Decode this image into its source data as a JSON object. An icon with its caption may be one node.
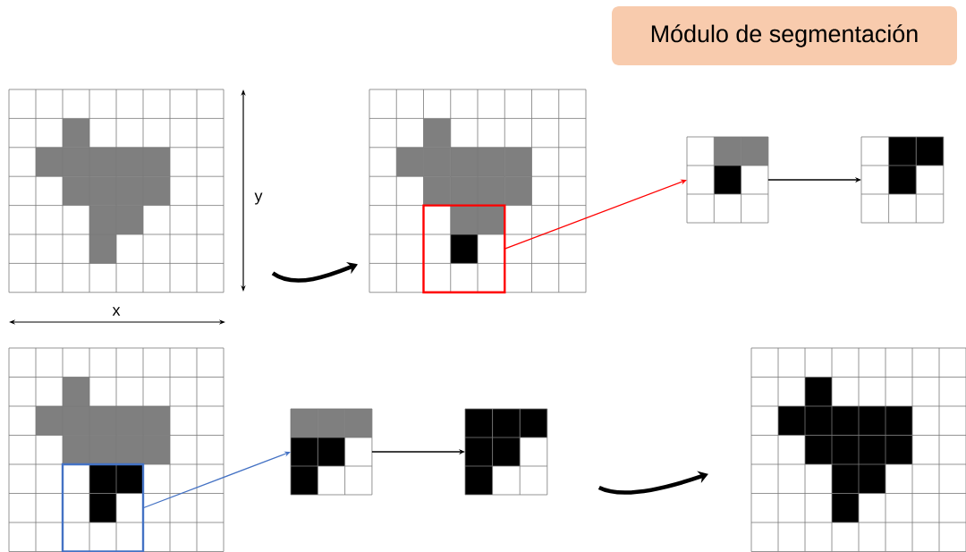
{
  "diagram": {
    "title": "Módulo de segmentación",
    "nodes": [
      {
        "text": [],
        "shape": "grid"
      },
      {
        "text": [],
        "shape": "grid"
      },
      {
        "text": [],
        "shape": "box",
        "in": 1
      },
      {
        "text": [],
        "shape": "grid"
      },
      {
        "text": [],
        "shape": "grid"
      },
      {
        "text": [],
        "shape": "grid"
      },
      {
        "text": [],
        "shape": "box",
        "in": 5
      },
      {
        "text": [],
        "shape": "grid"
      },
      {
        "text": [],
        "shape": "grid"
      },
      {
        "text": [],
        "shape": "grid"
      }
    ],
    "edges": [
      {
        "from": 0,
        "to": 1,
        "arrow": "to",
        "style": "thick"
      },
      {
        "from": 2,
        "to": 3,
        "arrow": "to",
        "color": "#ff0000"
      },
      {
        "from": 3,
        "to": 4,
        "arrow": "to"
      },
      {
        "from": 6,
        "to": 7,
        "arrow": "to",
        "color": "#4472c4"
      },
      {
        "from": 7,
        "to": 8,
        "arrow": "to"
      },
      {
        "from": 8,
        "to": 9,
        "arrow": "to",
        "style": "thick"
      }
    ],
    "labels": [
      "y",
      "x"
    ]
  }
}
